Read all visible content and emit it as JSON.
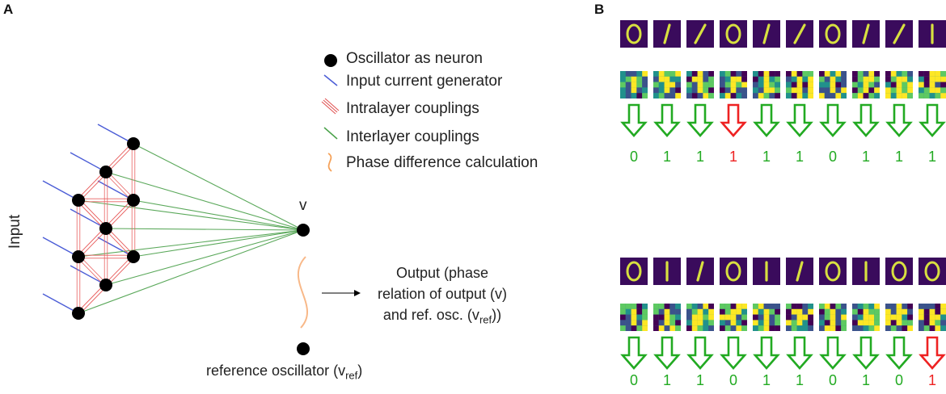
{
  "panel_a": {
    "label": "A",
    "input_label": "Input",
    "output_node_label": "v",
    "output_text": {
      "line1": "Output (phase",
      "line2": "relation of output (v)",
      "line3_prefix": "and ref. osc. (v",
      "line3_sub": "ref",
      "line3_suffix": "))"
    },
    "reference_text": {
      "prefix": "reference oscillator (v",
      "sub": "ref",
      "suffix": ")"
    },
    "legend": [
      {
        "id": "oscillator",
        "text": "Oscillator as neuron",
        "color": "#000000"
      },
      {
        "id": "input",
        "text": "Input current generator",
        "color": "#4a5cd6"
      },
      {
        "id": "intralayer",
        "text": "Intralayer couplings",
        "color": "#e05050"
      },
      {
        "id": "interlayer",
        "text": "Interlayer couplings",
        "color": "#4aa24a"
      },
      {
        "id": "phase",
        "text": "Phase difference calculation",
        "color": "#f5a25a"
      }
    ]
  },
  "panel_b": {
    "label": "B",
    "correct_color": "#22aa22",
    "wrong_color": "#ee2222",
    "rows": [
      {
        "predictions": [
          "0",
          "1",
          "1",
          "1",
          "1",
          "1",
          "0",
          "1",
          "1",
          "1"
        ],
        "correct": [
          true,
          true,
          true,
          false,
          true,
          true,
          true,
          true,
          true,
          true
        ]
      },
      {
        "predictions": [
          "0",
          "1",
          "1",
          "0",
          "1",
          "1",
          "0",
          "1",
          "0",
          "1"
        ],
        "correct": [
          true,
          true,
          true,
          true,
          true,
          true,
          true,
          true,
          true,
          false
        ]
      }
    ]
  }
}
